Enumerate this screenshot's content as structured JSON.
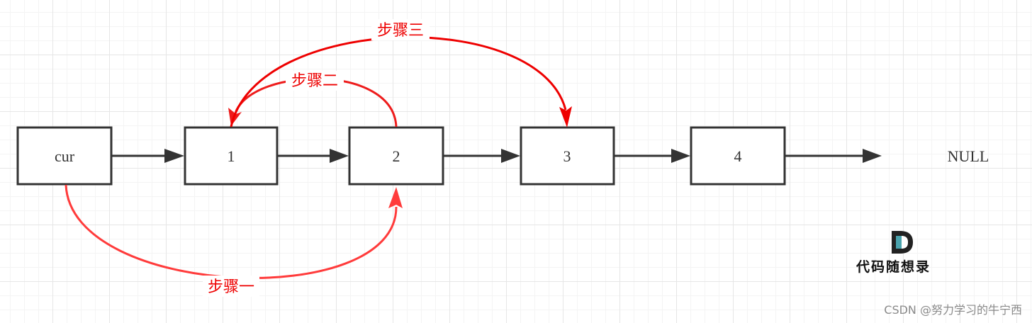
{
  "nodes": [
    {
      "id": "cur",
      "label": "cur"
    },
    {
      "id": "n1",
      "label": "1"
    },
    {
      "id": "n2",
      "label": "2"
    },
    {
      "id": "n3",
      "label": "3"
    },
    {
      "id": "n4",
      "label": "4"
    }
  ],
  "null_label": "NULL",
  "steps": [
    {
      "id": "step1",
      "label": "步骤一",
      "from": "cur",
      "to": "n2"
    },
    {
      "id": "step2",
      "label": "步骤二",
      "from": "n2",
      "to": "n1"
    },
    {
      "id": "step3",
      "label": "步骤三",
      "from": "n1",
      "to": "n3"
    }
  ],
  "colors": {
    "node_stroke": "#333333",
    "step1_arrow": "#ff3b3b",
    "step2_arrow": "#ee1c1c",
    "step3_arrow": "#ee0000",
    "step_label": "#ee0000",
    "logo_teal": "#4aa3ad"
  },
  "logo": {
    "text": "代码随想录",
    "icon": "code-d-logo-icon"
  },
  "watermark": "CSDN @努力学习的牛宁西"
}
